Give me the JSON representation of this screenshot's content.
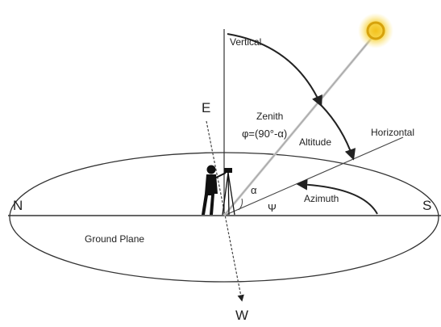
{
  "labels": {
    "vertical": "Vertical",
    "horizontal": "Horizontal",
    "zenith": "Zenith",
    "zenith_formula": "φ=(90°-α)",
    "altitude": "Altitude",
    "azimuth": "Azimuth",
    "alpha": "α",
    "psi": "Ψ",
    "ground_plane": "Ground Plane",
    "north": "N",
    "south": "S",
    "east": "E",
    "west": "W"
  },
  "colors": {
    "line": "#333333",
    "sun_core": "#f3c21b",
    "sun_glow": "#fde98a",
    "sun_ray": "#c8c8c8"
  }
}
